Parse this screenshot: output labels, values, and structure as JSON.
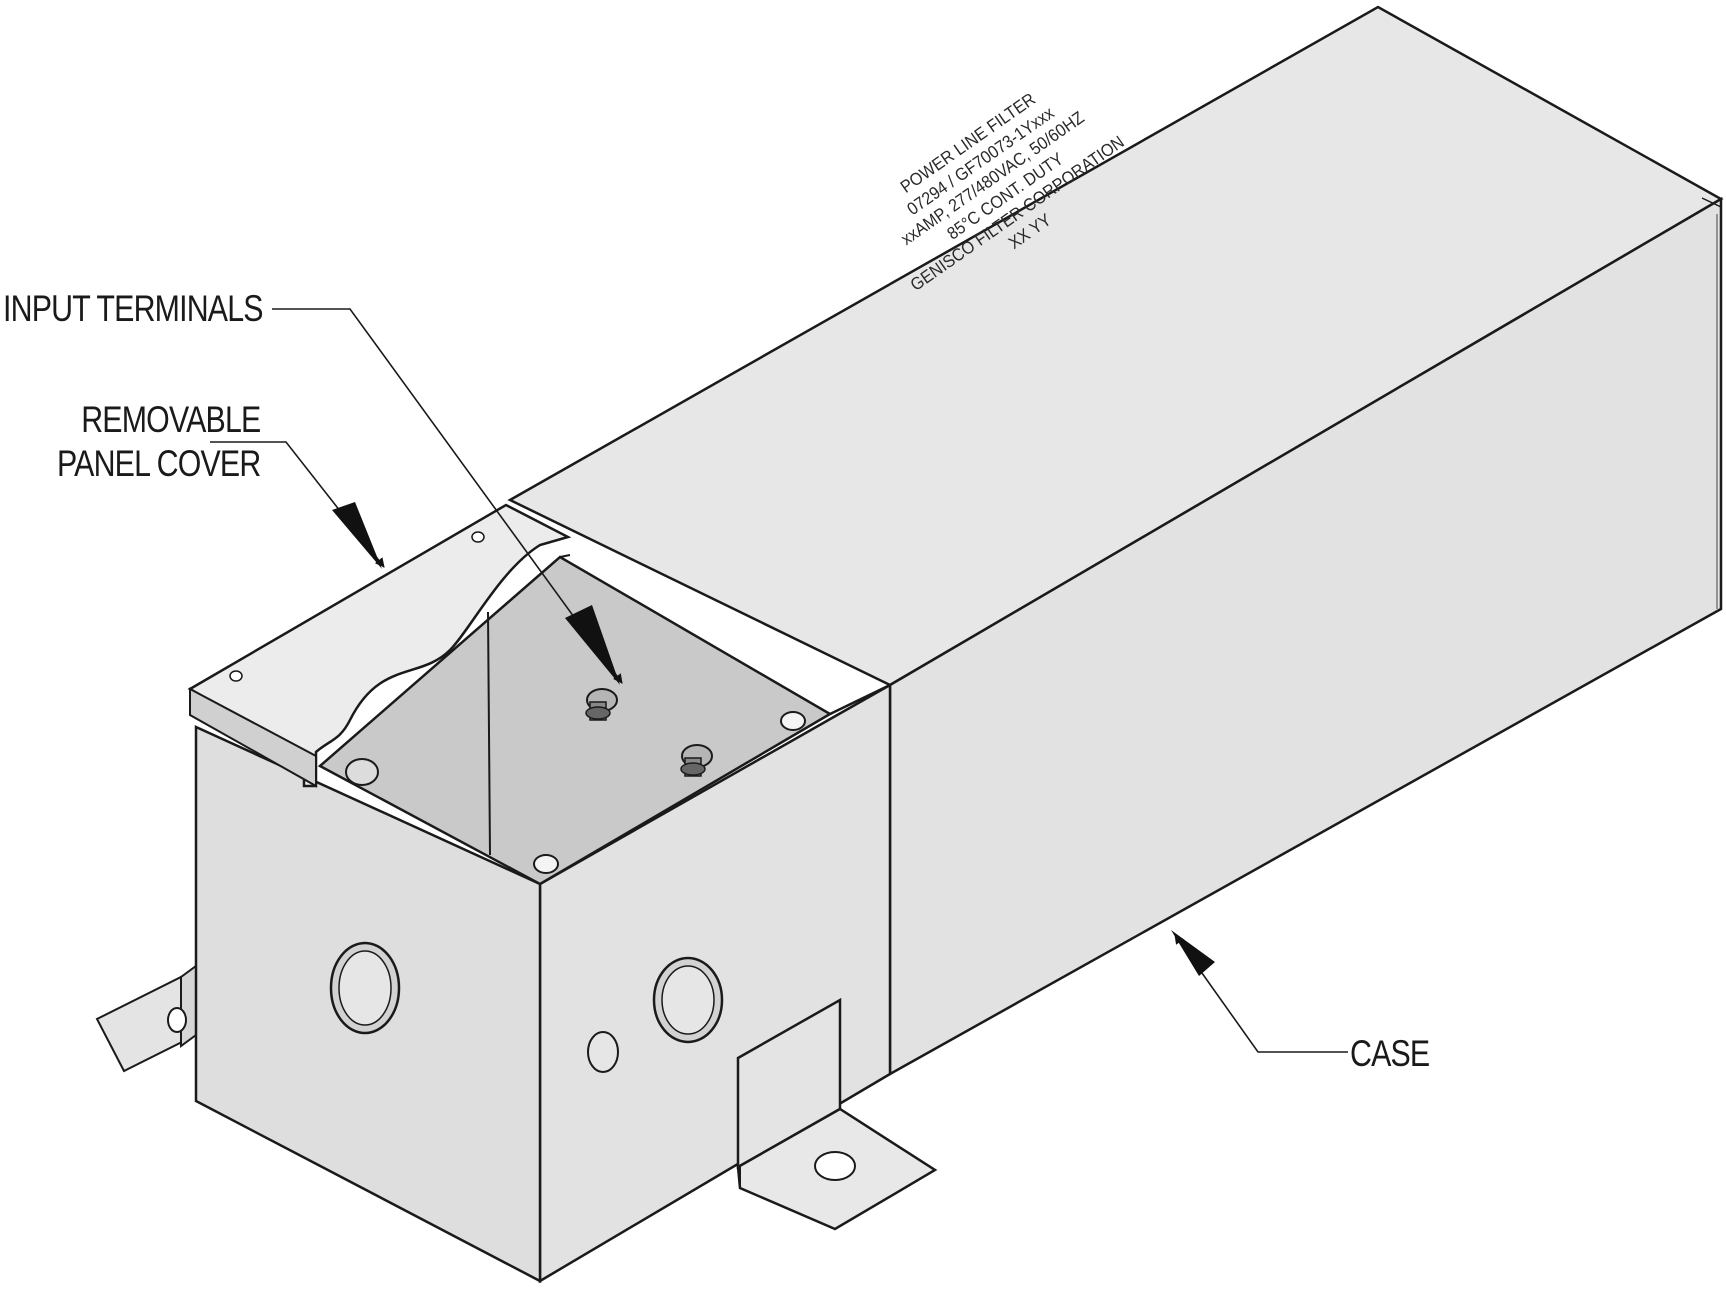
{
  "callouts": {
    "input_terminals": "INPUT TERMINALS",
    "removable_panel_cover": [
      "REMOVABLE",
      "PANEL COVER"
    ],
    "case": "CASE"
  },
  "nameplate": [
    "POWER LINE FILTER",
    "07294 / GF70073-1Yxxx",
    "xxAMP, 277/480VAC, 50/60HZ",
    "85°C CONT. DUTY",
    "GENISCO FILTER CORPORATION",
    "XX YY"
  ],
  "colors": {
    "line": "#1a1a1a",
    "top_face": "#e7e7e7",
    "front_face": "#e2e2e2",
    "end_face": "#dedede",
    "opening_interior": "#c9c9c9"
  }
}
